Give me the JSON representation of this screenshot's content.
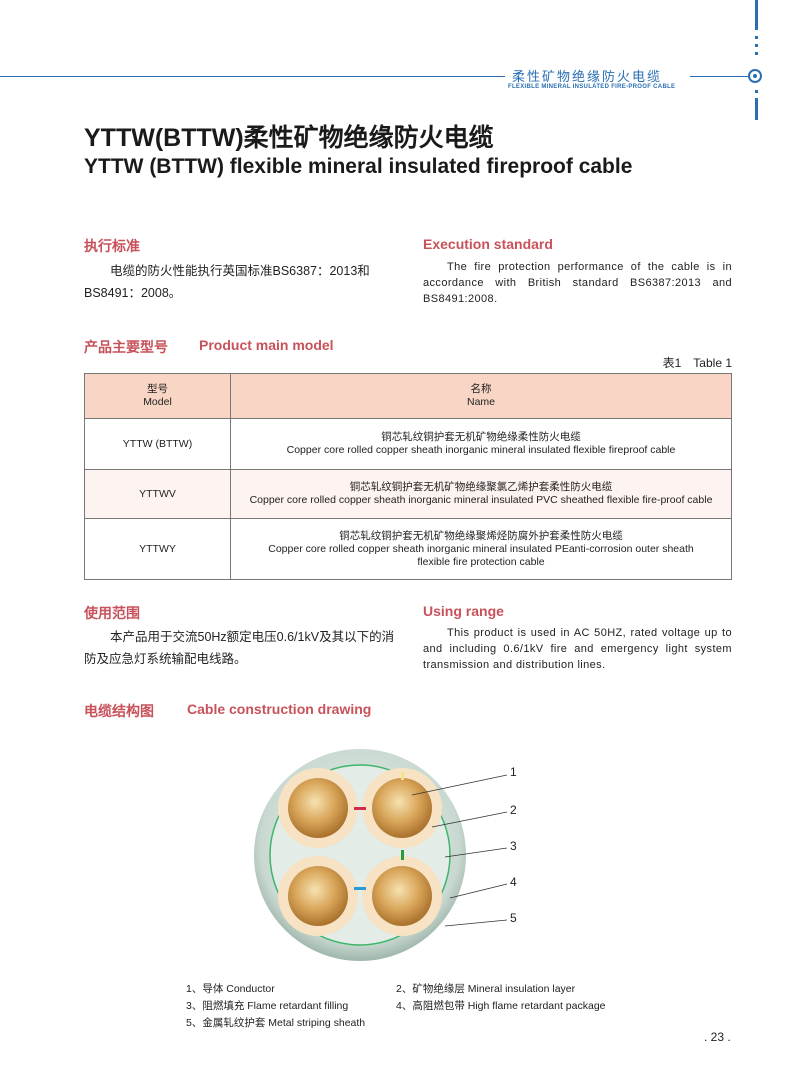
{
  "header": {
    "title_cn": "柔性矿物绝缘防火电缆",
    "title_en": "FLEXIBLE MINERAL INSULATED FIRE-PROOF CABLE"
  },
  "title": {
    "cn": "YTTW(BTTW)柔性矿物绝缘防火电缆",
    "en": "YTTW (BTTW) flexible mineral insulated fireproof cable"
  },
  "execution": {
    "heading_cn": "执行标准",
    "heading_en": "Execution standard",
    "text_cn": "电缆的防火性能执行英国标准BS6387：2013和BS8491：2008。",
    "text_en": "The fire protection performance of the cable is in accordance with British standard BS6387:2013 and BS8491:2008."
  },
  "model": {
    "heading_cn": "产品主要型号",
    "heading_en": "Product main model",
    "caption": "表1　Table 1",
    "headers": {
      "model_cn": "型号",
      "model_en": "Model",
      "name_cn": "名称",
      "name_en": "Name"
    },
    "rows": [
      {
        "model": "YTTW (BTTW)",
        "name_cn": "铜芯轧纹铜护套无机矿物绝缘柔性防火电缆",
        "name_en": "Copper core rolled copper sheath inorganic mineral insulated flexible fireproof cable",
        "name_en2": ""
      },
      {
        "model": "YTTWV",
        "name_cn": "铜芯轧纹铜护套无机矿物绝缘聚氯乙烯护套柔性防火电缆",
        "name_en": "Copper core rolled copper sheath inorganic mineral insulated PVC sheathed flexible fire-proof cable",
        "name_en2": ""
      },
      {
        "model": "YTTWY",
        "name_cn": "铜芯轧纹铜护套无机矿物绝缘聚烯烃防腐外护套柔性防火电缆",
        "name_en": "Copper core rolled copper sheath inorganic mineral insulated PEanti-corrosion outer sheath",
        "name_en2": "flexible fire protection cable"
      }
    ]
  },
  "range": {
    "heading_cn": "使用范围",
    "heading_en": "Using range",
    "text_cn": "本产品用于交流50Hz额定电压0.6/1kV及其以下的消防及应急灯系统输配电线路。",
    "text_en": "This product is used in AC 50HZ, rated voltage up to and including 0.6/1kV fire and emergency light system transmission and distribution lines."
  },
  "drawing": {
    "heading_cn": "电缆结构图",
    "heading_en": "Cable construction drawing",
    "callouts": [
      "1",
      "2",
      "3",
      "4",
      "5"
    ],
    "legend": [
      "1、导体  Conductor",
      "2、矿物绝缘层  Mineral insulation layer",
      "3、阻燃填充  Flame retardant filling",
      "4、高阻燃包带  High flame retardant package",
      "5、金属轧纹护套  Metal striping sheath"
    ]
  },
  "page_number": ". 23 ."
}
